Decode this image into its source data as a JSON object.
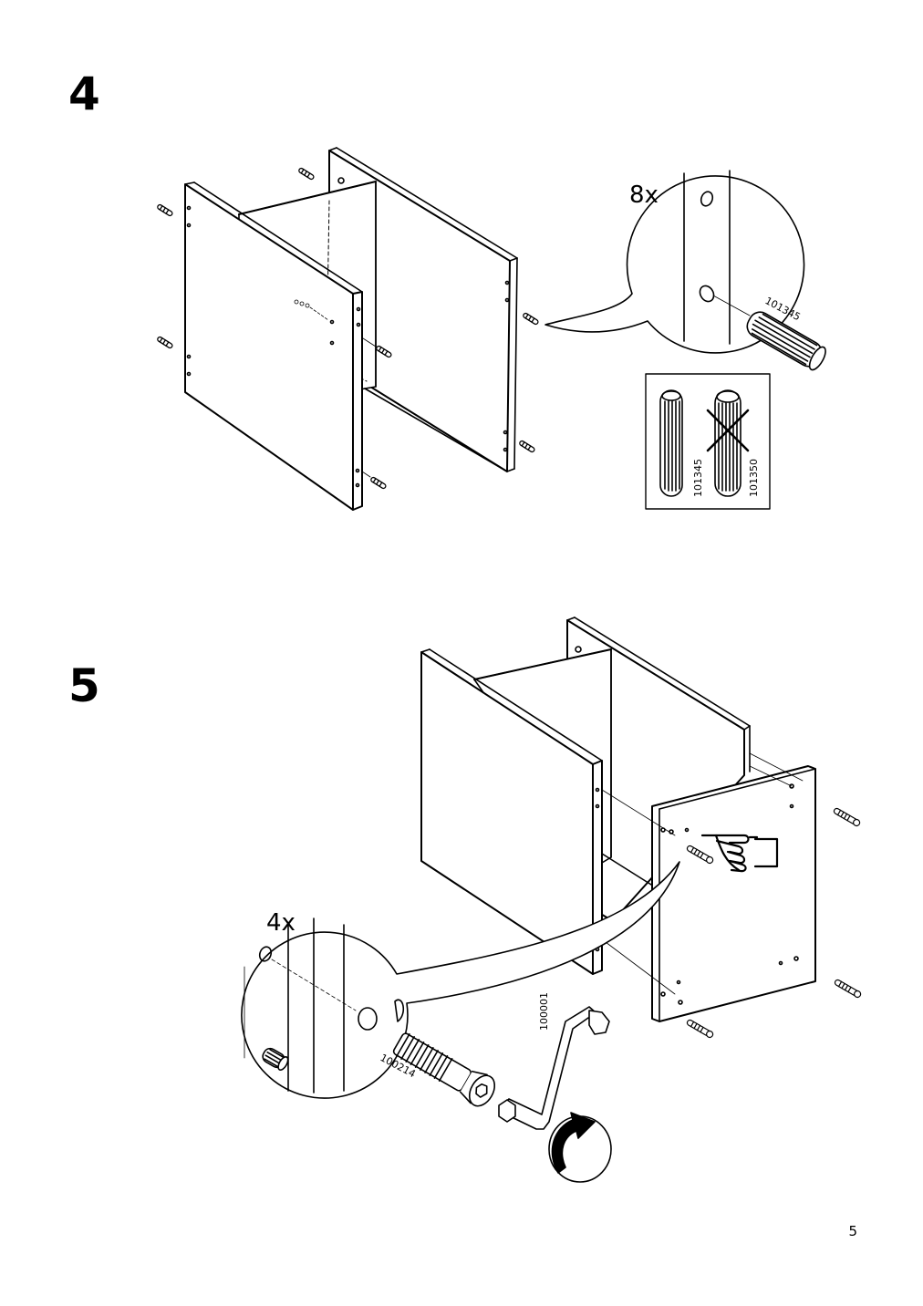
{
  "steps": [
    {
      "number": "4",
      "detail": {
        "quantity": "8x",
        "part_number": "101345"
      },
      "inset": {
        "correct_part": "101345",
        "wrong_part": "101350"
      }
    },
    {
      "number": "5",
      "detail": {
        "quantity": "4x",
        "part_number": "100214"
      },
      "tool_part_number": "100001"
    }
  ],
  "page_number": "5",
  "icons": [
    "wooden-dowel-icon",
    "cam-lock-bolt-icon",
    "hex-key-icon",
    "pointing-hand-icon",
    "rotate-arrow-icon",
    "cross-icon"
  ]
}
